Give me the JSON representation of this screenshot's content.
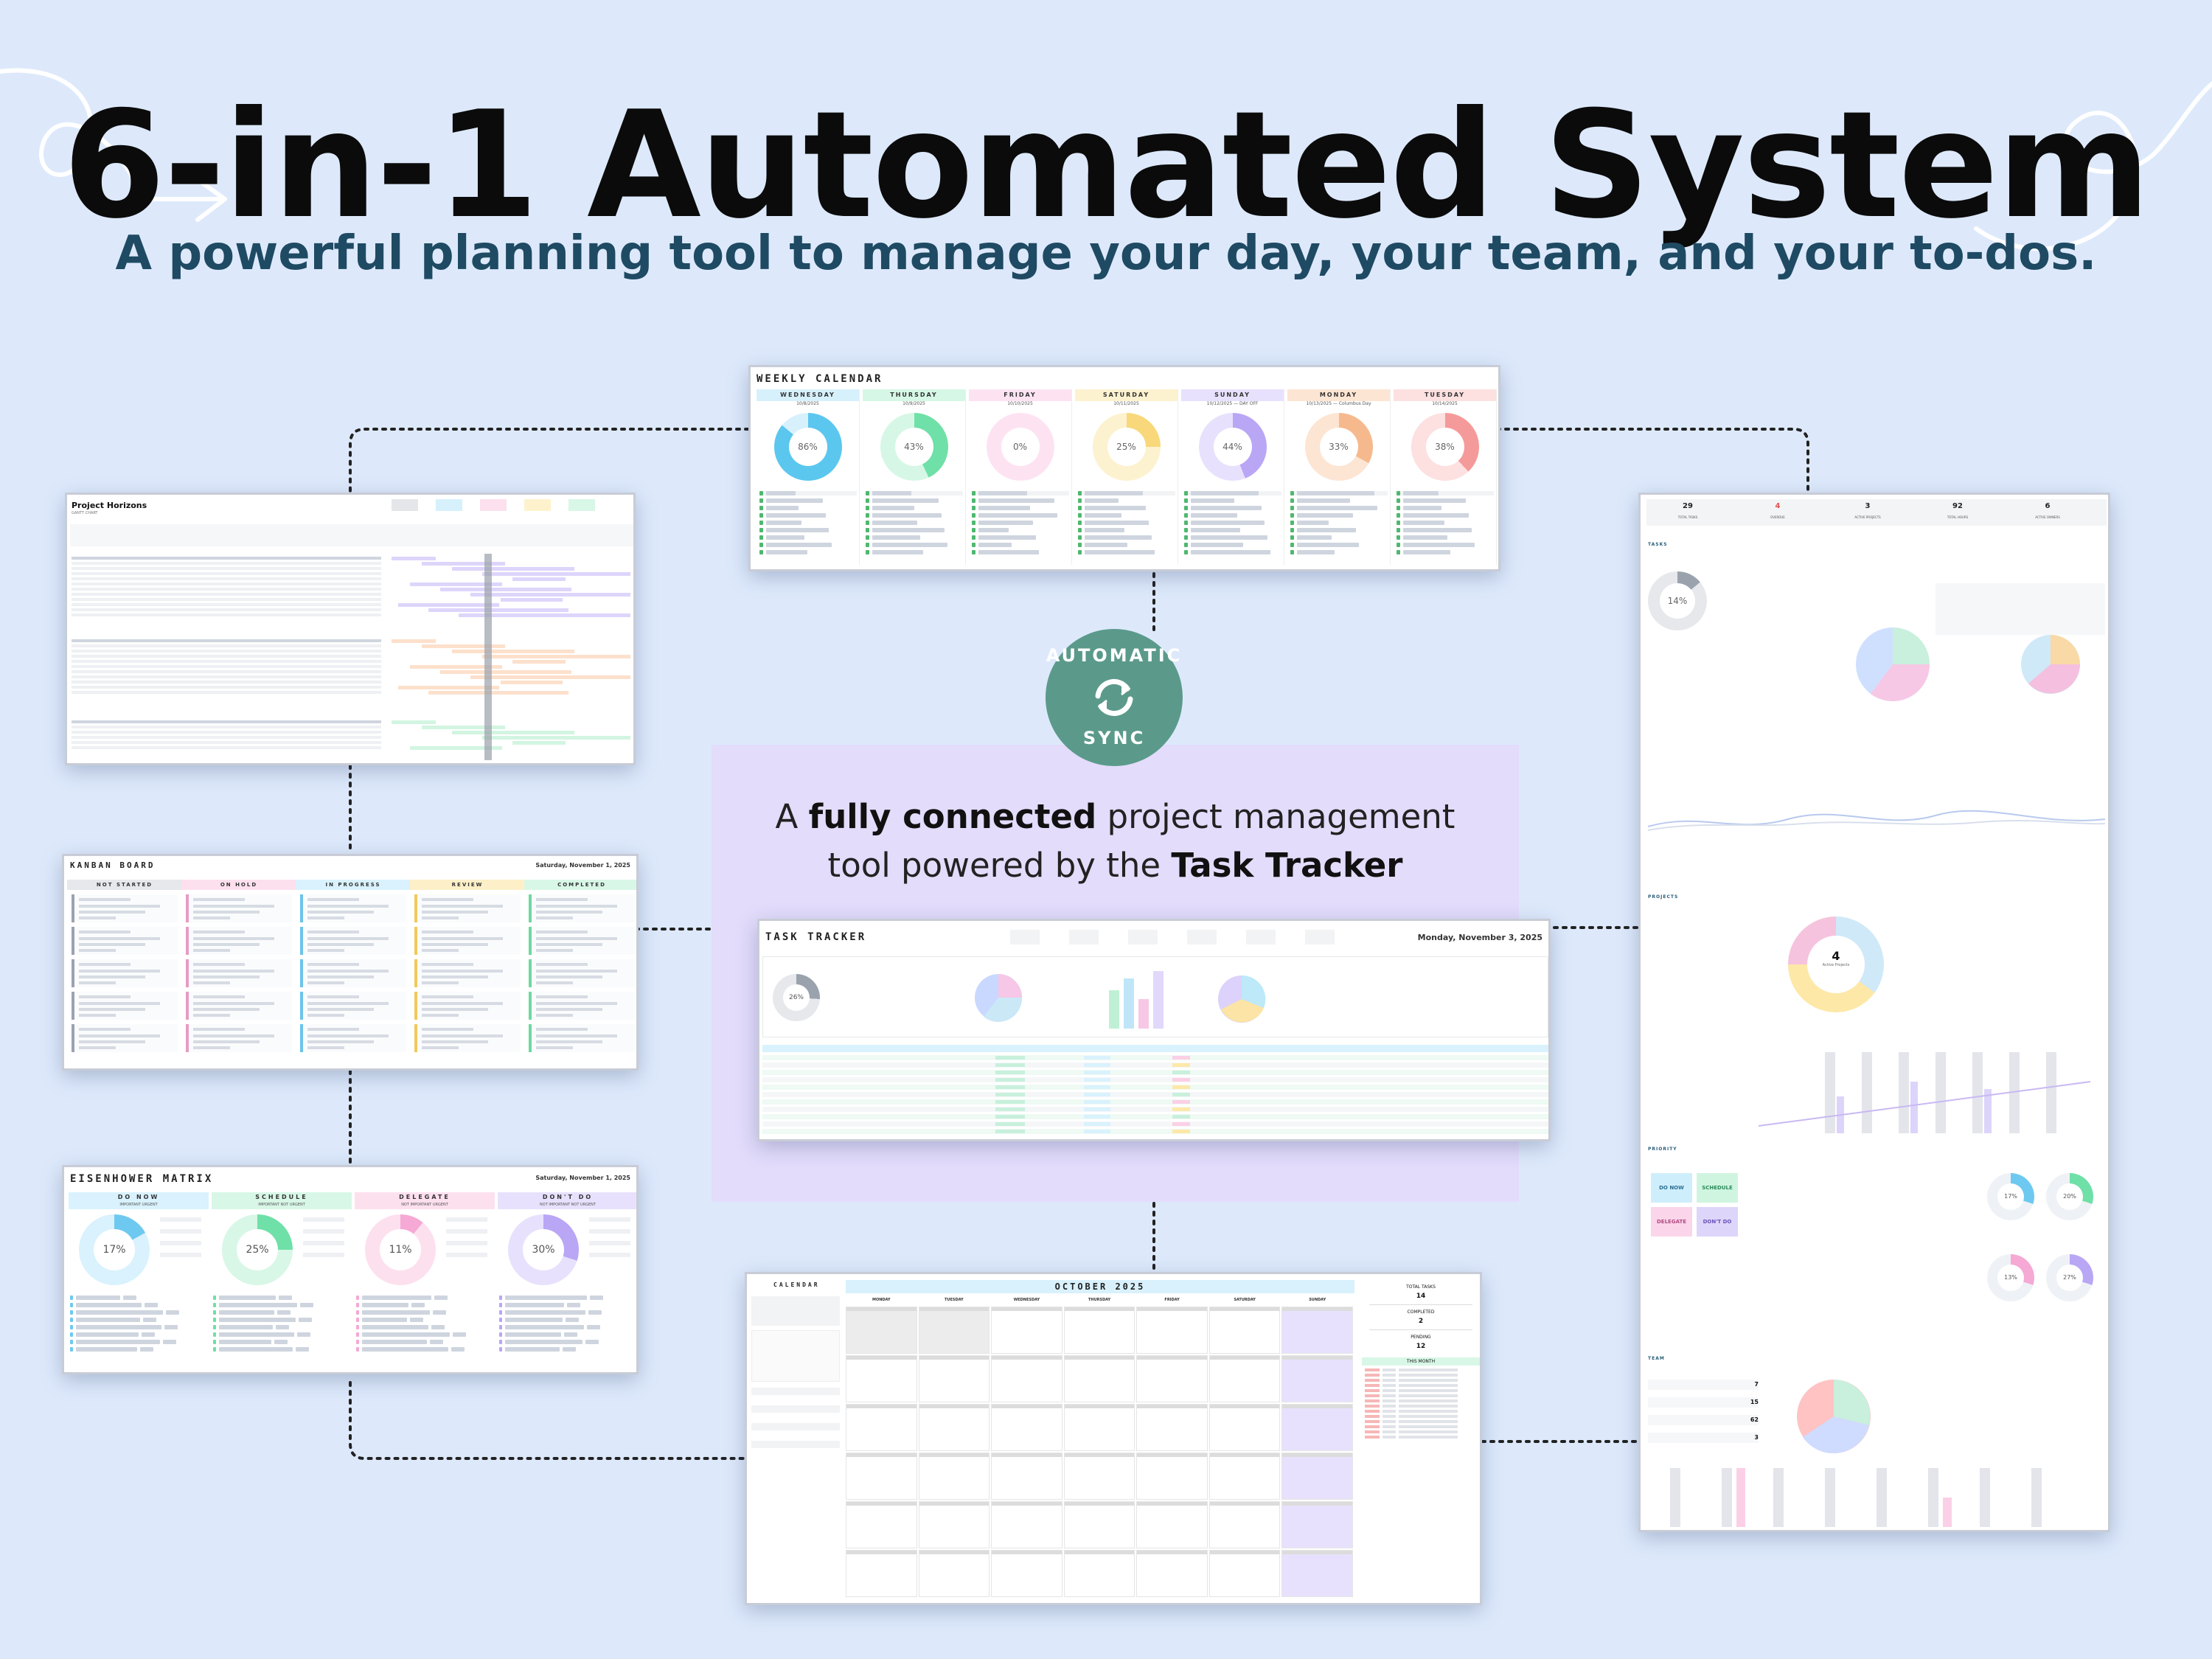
{
  "header": {
    "title": "6-in-1 Automated System",
    "subtitle": "A powerful planning tool to manage your day, your team, and your to-dos."
  },
  "tagline": {
    "part1": "A ",
    "bold1": "fully connected",
    "part2": " project management",
    "part3": "tool powered by the ",
    "bold2": "Task Tracker"
  },
  "sync_badge": {
    "top": "AUTOMATIC",
    "bottom": "SYNC"
  },
  "weekly_calendar": {
    "title": "WEEKLY CALENDAR",
    "days": [
      {
        "name": "WEDNESDAY",
        "date": "10/8/2025",
        "pct": "86%",
        "value": 86,
        "color": "#5bc7ef",
        "head": "#d7f1fc"
      },
      {
        "name": "THURSDAY",
        "date": "10/9/2025",
        "pct": "43%",
        "value": 43,
        "color": "#6fe0a7",
        "head": "#d6f7e6"
      },
      {
        "name": "FRIDAY",
        "date": "10/10/2025",
        "pct": "0%",
        "value": 0,
        "color": "#f7b3dc",
        "head": "#fde3f2"
      },
      {
        "name": "SATURDAY",
        "date": "10/11/2025",
        "pct": "25%",
        "value": 25,
        "color": "#f8d87a",
        "head": "#fdf2cf"
      },
      {
        "name": "SUNDAY",
        "date": "10/12/2025 — DAY OFF",
        "pct": "44%",
        "value": 44,
        "color": "#b9a6f5",
        "head": "#e8e1fd"
      },
      {
        "name": "MONDAY",
        "date": "10/13/2025 — Columbus Day",
        "pct": "33%",
        "value": 33,
        "color": "#f6b98d",
        "head": "#fde5d3"
      },
      {
        "name": "TUESDAY",
        "date": "10/14/2025",
        "pct": "38%",
        "value": 38,
        "color": "#f59a9a",
        "head": "#fde0e0"
      }
    ]
  },
  "gantt": {
    "title": "Project Horizons",
    "subtitle": "GANTT CHART"
  },
  "kanban": {
    "title": "KANBAN BOARD",
    "date": "Saturday, November 1, 2025",
    "columns": [
      {
        "name": "NOT STARTED",
        "head": "#e6e8ec",
        "accent": "#9aa3b0"
      },
      {
        "name": "ON HOLD",
        "head": "#fde0ee",
        "accent": "#e79bc3"
      },
      {
        "name": "IN PROGRESS",
        "head": "#d9f2fd",
        "accent": "#6cc4ea"
      },
      {
        "name": "REVIEW",
        "head": "#fdf0c8",
        "accent": "#f0c95a"
      },
      {
        "name": "COMPLETED",
        "head": "#d8f7e7",
        "accent": "#6fd9a0"
      }
    ]
  },
  "eisenhower": {
    "title": "EISENHOWER MATRIX",
    "date": "Saturday, November 1, 2025",
    "quadrants": [
      {
        "name": "DO NOW",
        "sub": "IMPORTANT  URGENT",
        "pct": "17%",
        "value": 17,
        "color": "#6ec9f0",
        "head": "#d9f2fd"
      },
      {
        "name": "SCHEDULE",
        "sub": "IMPORTANT  NOT URGENT",
        "pct": "25%",
        "value": 25,
        "color": "#6fe0a7",
        "head": "#d8f7e7"
      },
      {
        "name": "DELEGATE",
        "sub": "NOT IMPORTANT  URGENT",
        "pct": "11%",
        "value": 11,
        "color": "#f5a9d4",
        "head": "#fde0ee"
      },
      {
        "name": "DON'T DO",
        "sub": "NOT IMPORTANT  NOT URGENT",
        "pct": "30%",
        "value": 30,
        "color": "#b9a6f5",
        "head": "#e8e1fd"
      }
    ]
  },
  "task_tracker": {
    "title": "TASK TRACKER",
    "date": "Monday, November 3, 2025",
    "progress": "26%",
    "progress_value": 26
  },
  "monthly_calendar": {
    "title": "CALENDAR",
    "month": "OCTOBER 2025",
    "weekdays": [
      "MONDAY",
      "TUESDAY",
      "WEDNESDAY",
      "THURSDAY",
      "FRIDAY",
      "SATURDAY",
      "SUNDAY"
    ],
    "total_tasks_label": "TOTAL TASKS",
    "total_tasks": "14",
    "completed_label": "COMPLETED",
    "completed": "2",
    "pending_label": "PENDING",
    "pending": "12",
    "this_month_label": "THIS MONTH"
  },
  "dashboard": {
    "kpis": [
      {
        "value": "29",
        "label": "TOTAL TASKS"
      },
      {
        "value": "4",
        "label": "OVERDUE"
      },
      {
        "value": "3",
        "label": "ACTIVE PROJECTS"
      },
      {
        "value": "92",
        "label": "TOTAL HOURS"
      },
      {
        "value": "6",
        "label": "ACTIVE OWNERS"
      }
    ],
    "task_progress": "14%",
    "task_progress_value": 14,
    "sections": [
      "TASKS",
      "PROJECTS",
      "PRIORITY",
      "TEAM"
    ],
    "project_health": "4",
    "project_health_label": "Active Projects",
    "do_now": "DO NOW",
    "schedule": "SCHEDULE",
    "delegate": "DELEGATE",
    "dont_do": "DON'T DO",
    "quad_pcts": [
      "17%",
      "20%",
      "13%",
      "27%"
    ],
    "team_vals": [
      "7",
      "15",
      "62",
      "3"
    ]
  }
}
